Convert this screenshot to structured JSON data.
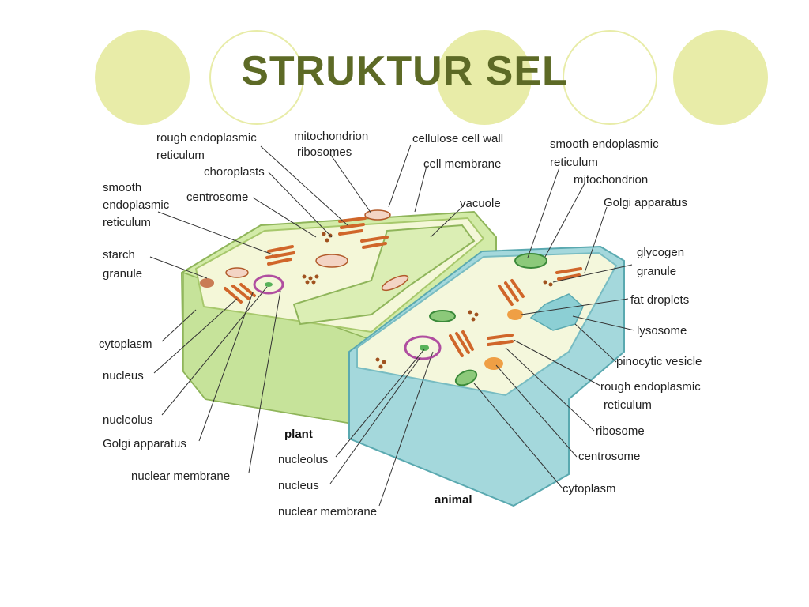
{
  "slide": {
    "title": "STRUKTUR SEL"
  },
  "colors": {
    "accent_circle": "#e8eca8",
    "title": "#5d6a26",
    "plant_wall": "#d9edb0",
    "animal_cell": "#9fd6d9"
  },
  "plant": {
    "caption": "plant",
    "labels": {
      "rough_er_1": "rough endoplasmic",
      "rough_er_2": "reticulum",
      "mitochondrion": "mitochondrion",
      "ribosomes": "ribosomes",
      "cellulose_wall": "cellulose cell wall",
      "cell_membrane": "cell membrane",
      "chloroplasts": "choroplasts",
      "centrosome": "centrosome",
      "smooth_er_1": "smooth",
      "smooth_er_2": "endoplasmic",
      "smooth_er_3": "reticulum",
      "vacuole": "vacuole",
      "starch_1": "starch",
      "starch_2": "granule",
      "cytoplasm": "cytoplasm",
      "nucleus": "nucleus",
      "nucleolus": "nucleolus",
      "golgi": "Golgi apparatus",
      "nuclear_membrane": "nuclear membrane"
    }
  },
  "animal": {
    "caption": "animal",
    "labels": {
      "smooth_er_1": "smooth endoplasmic",
      "smooth_er_2": "reticulum",
      "mitochondrion": "mitochondrion",
      "golgi": "Golgi apparatus",
      "glycogen_1": "glycogen",
      "glycogen_2": "granule",
      "fat": "fat droplets",
      "lysosome": "lysosome",
      "pinocytic": "pinocytic vesicle",
      "rough_er_1": "rough endoplasmic",
      "rough_er_2": "reticulum",
      "ribosome": "ribosome",
      "centrosome": "centrosome",
      "cytoplasm": "cytoplasm",
      "nucleolus": "nucleolus",
      "nucleus": "nucleus",
      "nuclear_membrane": "nuclear membrane"
    }
  }
}
